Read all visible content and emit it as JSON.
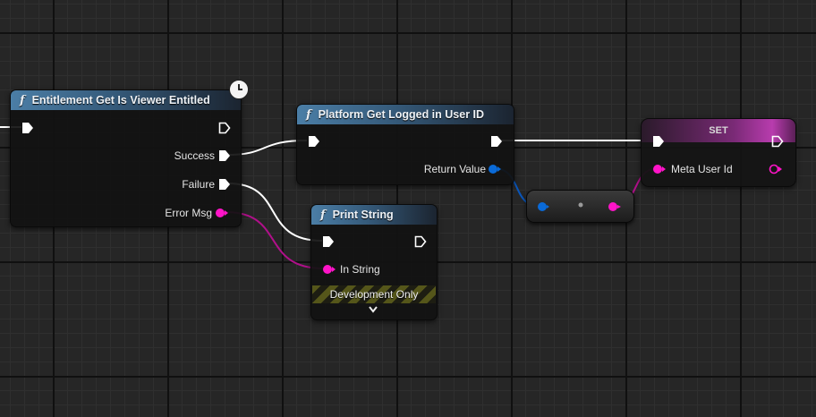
{
  "nodes": {
    "entitlement": {
      "title": "Entitlement Get Is Viewer Entitled",
      "icon": "function-icon",
      "outputs": [
        "Success",
        "Failure",
        "Error Msg"
      ],
      "badge": "latent-clock-icon"
    },
    "platform": {
      "title": "Platform Get Logged in User ID",
      "icon": "function-icon",
      "outputs": [
        "Return Value"
      ]
    },
    "print_string": {
      "title": "Print String",
      "icon": "function-icon",
      "inputs": [
        "In String"
      ],
      "footer": "Development Only"
    },
    "set": {
      "title": "SET",
      "inputs": [
        "Meta User Id"
      ]
    }
  },
  "colors": {
    "exec": "#ffffff",
    "string_pin": "#ff14c8",
    "struct_pin": "#0a6ad8",
    "function_header": "#4b7ea6",
    "set_header": "#b83cae",
    "dev_only_stripe": "#55561a"
  }
}
